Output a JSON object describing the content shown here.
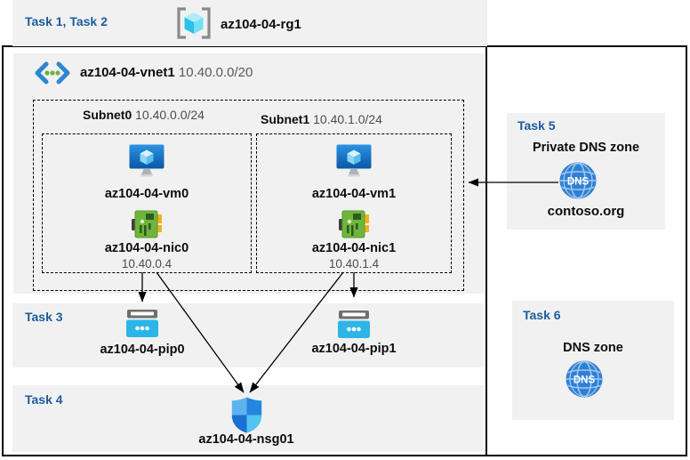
{
  "colors": {
    "panel_gray": "#f1f1f1",
    "task_blue": "#1d5c9e",
    "border_black": "#000000",
    "muted_text": "#595959",
    "vm_blue": "#1273ca",
    "nic_green": "#6fb53c",
    "pip_cyan": "#2cb5e8",
    "dns_blue": "#2e80d4",
    "nsg_blue": "#2486de",
    "rg_cyan": "#28c2ea"
  },
  "top_band": {
    "task_label": "Task 1, Task 2",
    "rg_icon": "resource-group-icon",
    "rg_name": "az104-04-rg1"
  },
  "vnet": {
    "icon": "virtual-network-icon",
    "name": "az104-04-vnet1",
    "cidr": "10.40.0.0/20"
  },
  "subnets": [
    {
      "name": "Subnet0",
      "cidr": "10.40.0.0/24",
      "vm": "az104-04-vm0",
      "nic": "az104-04-nic0",
      "ip": "10.40.0.4"
    },
    {
      "name": "Subnet1",
      "cidr": "10.40.1.0/24",
      "vm": "az104-04-vm1",
      "nic": "az104-04-nic1",
      "ip": "10.40.1.4"
    }
  ],
  "task3": {
    "label": "Task 3",
    "pips": [
      "az104-04-pip0",
      "az104-04-pip1"
    ]
  },
  "task4": {
    "label": "Task 4",
    "nsg": "az104-04-nsg01"
  },
  "task5": {
    "label": "Task 5",
    "title": "Private DNS zone",
    "zone": "contoso.org",
    "dns_icon_text": "DNS"
  },
  "task6": {
    "label": "Task 6",
    "title": "DNS zone",
    "dns_icon_text": "DNS"
  }
}
